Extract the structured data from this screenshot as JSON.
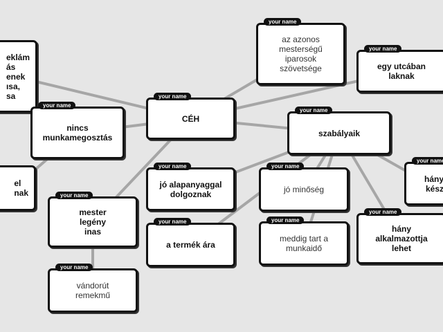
{
  "tag_label": "your name",
  "colors": {
    "background": "#e6e6e6",
    "edge": "#a6a6a6",
    "node_border": "#111111",
    "tag_bg": "#111111"
  },
  "nodes": {
    "ceh": "CÉH",
    "szabalyaik": "szabályaik",
    "azonos": "az azonos\nmesterségű\niparosok\nszövetsége",
    "utcaban": "egy utcában\nlaknak",
    "reklam": "eklám\nás\nenek\nısa,\nsa",
    "nincs": "nincs\nmunkamegosztás",
    "left_bottom": "el\nnak",
    "mester": "mester\nlegény\ninas",
    "vandorut": "vándorút\nremekmű",
    "jo_alap": "jó alapanyaggal\ndolgoznak",
    "termek_ara": "a termék ára",
    "jo_minoseg": "jó minőség",
    "meddig": "meddig tart a\nmunkaidő",
    "hany_alk": "hány\nalkalmazottja\nlehet",
    "hany_kesz": "hány\nkész"
  },
  "edges": [
    [
      "ceh",
      "azonos"
    ],
    [
      "ceh",
      "utcaban"
    ],
    [
      "ceh",
      "szabalyaik"
    ],
    [
      "ceh",
      "nincs"
    ],
    [
      "ceh",
      "reklam"
    ],
    [
      "ceh",
      "mester"
    ],
    [
      "nincs",
      "left_bottom"
    ],
    [
      "mester",
      "vandorut"
    ],
    [
      "szabalyaik",
      "jo_alap"
    ],
    [
      "szabalyaik",
      "termek_ara"
    ],
    [
      "szabalyaik",
      "jo_minoseg"
    ],
    [
      "szabalyaik",
      "meddig"
    ],
    [
      "szabalyaik",
      "hany_alk"
    ],
    [
      "szabalyaik",
      "hany_kesz"
    ]
  ]
}
